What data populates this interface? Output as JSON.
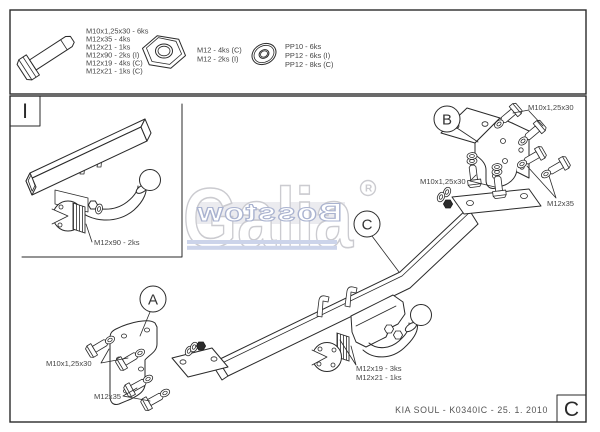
{
  "legend": {
    "bolt_labels": [
      "M10x1,25x30 - 6ks",
      "M12x35 - 4ks",
      "M12x21 - 1ks",
      "M12x90 - 2ks (I)",
      "M12x19 - 4ks (C)",
      "M12x21 - 1ks (C)"
    ],
    "nut_labels": [
      "M12 - 4ks (C)",
      "M12 - 2ks (I)"
    ],
    "washer_labels": [
      "PP10 - 6ks",
      "PP12 - 6ks (I)",
      "PP12 - 8ks (C)"
    ]
  },
  "watermark": {
    "brand": "Galia",
    "registered": "R",
    "overlay": "Bosstow"
  },
  "sections": {
    "inset_label": "I",
    "corner_label": "C"
  },
  "callouts": {
    "a": "A",
    "b": "B",
    "c": "C"
  },
  "part_labels": {
    "inset_bolt": "M12x90 - 2ks",
    "b_top_bolt": "M10x1,25x30",
    "b_mid_bolt": "M10x1,25x30",
    "b_right_bolt": "M12x35",
    "a_upper_bolt": "M10x1,25x30",
    "a_lower_bolt": "M12x35",
    "ball_bolt_1": "M12x19 - 3ks",
    "ball_bolt_2": "M12x21 - 1ks"
  },
  "footer": {
    "title": "KIA SOUL - K0340IC - 25. 1. 2010"
  }
}
